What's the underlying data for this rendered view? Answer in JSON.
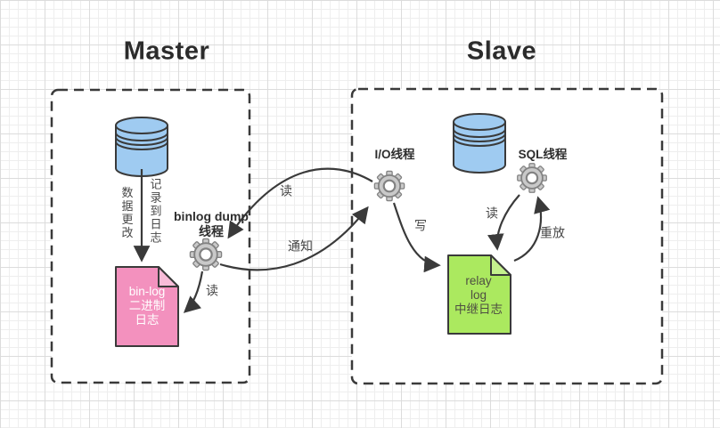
{
  "master": {
    "title": "Master",
    "data_change_label": "数据更改",
    "record_to_log_label": "记录到日志",
    "binlog_dump_thread_label": "binlog dump\n线程",
    "read_label": "读",
    "binlog_doc_text": "bin-log\n二进制\n日志"
  },
  "slave": {
    "title": "Slave",
    "io_thread_label": "I/O线程",
    "sql_thread_label": "SQL线程",
    "write_label": "写",
    "read_label": "读",
    "replay_label": "重放",
    "relay_doc_text": "relay\nlog\n中继日志"
  },
  "replication": {
    "read_label": "读",
    "notify_label": "通知"
  },
  "colors": {
    "database_fill": "#9FCBF1",
    "binlog_doc_fill": "#F391BE",
    "binlog_doc_fold_fill": "#F8BCD8",
    "relay_doc_fill": "#ABE95F",
    "relay_doc_fold_fill": "#C4F18D",
    "gear_fill": "#C9C9C9",
    "arrow_color": "#3A3A3A"
  }
}
